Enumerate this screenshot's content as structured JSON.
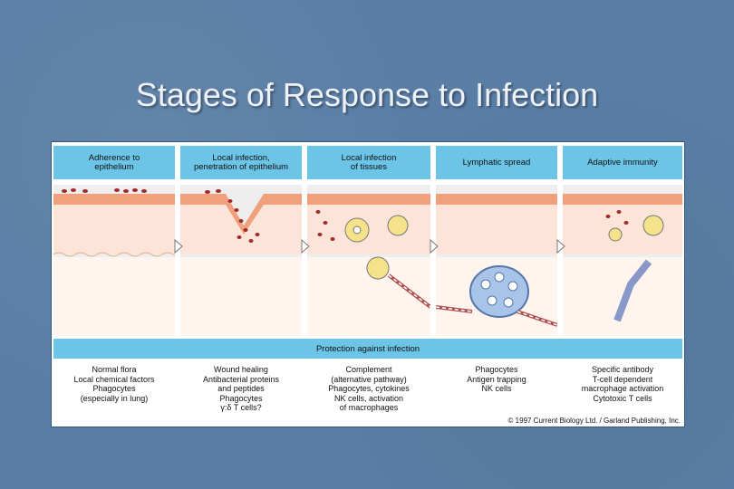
{
  "slide": {
    "title": "Stages of Response to Infection"
  },
  "figure": {
    "stages": [
      {
        "header": "Adherence to\nepithelium"
      },
      {
        "header": "Local infection,\npenetration of epithelium"
      },
      {
        "header": "Local infection\nof tissues"
      },
      {
        "header": "Lymphatic spread"
      },
      {
        "header": "Adaptive immunity"
      }
    ],
    "protection_label": "Protection against infection",
    "mechanisms": [
      "Normal flora\nLocal chemical factors\nPhagocytes\n(especially in lung)",
      "Wound healing\nAntibacterial proteins\nand peptides\nPhagocytes\nγ:δ T cells?",
      "Complement\n(alternative pathway)\nPhagocytes, cytokines\nNK cells, activation\nof macrophages",
      "Phagocytes\nAntigen trapping\nNK cells",
      "Specific antibody\nT-cell dependent\nmacrophage activation\nCytotoxic T cells"
    ],
    "copyright": "© 1997 Current Biology Ltd. / Garland Publishing, Inc.",
    "colors": {
      "header_band": "#6cc4e6",
      "epithelium": "#f0a07a",
      "dermis": "#fce4d8",
      "deep_tissue": "#fff4ee",
      "bacteria": "#a02a2a",
      "phagocyte": "#f5e28a",
      "lymph_node": "#a8c4e8"
    }
  }
}
